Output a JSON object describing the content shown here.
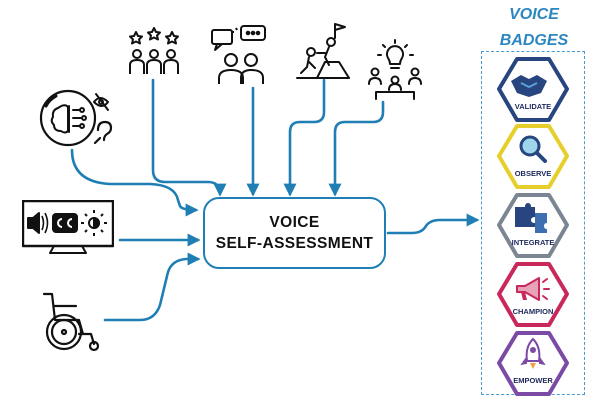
{
  "center": {
    "line1": "VOICE",
    "line2": "SELF-ASSESSMENT"
  },
  "badges_title": {
    "line1": "VOICE",
    "line2": "BADGES"
  },
  "badges": [
    {
      "label": "VALIDATE",
      "border_color": "#27457e"
    },
    {
      "label": "OBSERVE",
      "border_color": "#e6cf2a"
    },
    {
      "label": "INTEGRATE",
      "border_color": "#7b8692"
    },
    {
      "label": "CHAMPION",
      "border_color": "#c8285a"
    },
    {
      "label": "EMPOWER",
      "border_color": "#7a4aa5"
    }
  ],
  "icons": [
    "reviews-rating-icon",
    "conversation-icon",
    "teamwork-climb-icon",
    "idea-meeting-icon",
    "cognitive-sensory-icon",
    "accessible-display-icon",
    "wheelchair-icon"
  ],
  "colors": {
    "accent": "#1f7fb5",
    "title": "#2c86c0",
    "panel_border": "#4a9ad1"
  }
}
